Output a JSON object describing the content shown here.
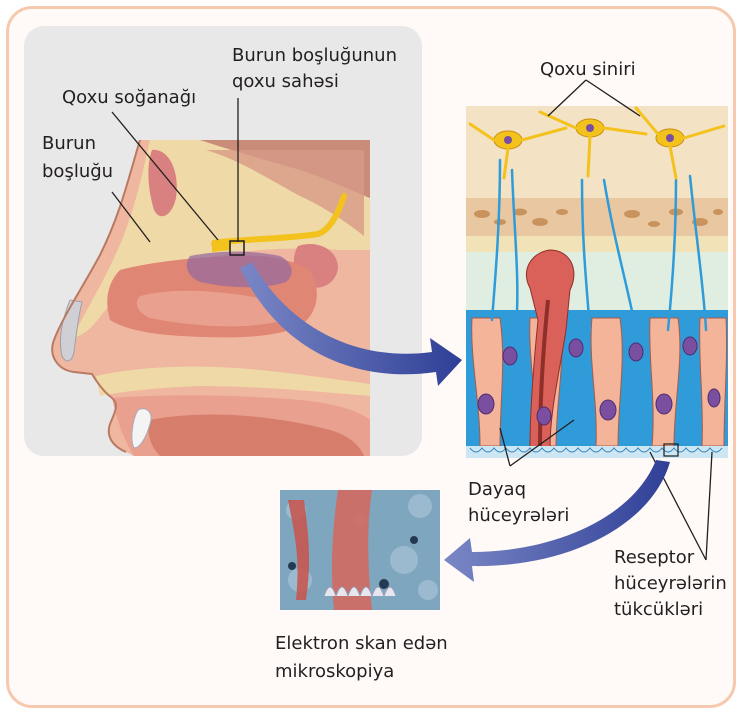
{
  "labels": {
    "nasal_cavity_line1": "Burun",
    "nasal_cavity_line2": "boşluğu",
    "olfactory_bulb": "Qoxu soğanağı",
    "olfactory_area_line1": "Burun boşluğunun",
    "olfactory_area_line2": "qoxu sahəsi",
    "olfactory_nerve": "Qoxu siniri",
    "support_cells_line1": "Dayaq",
    "support_cells_line2": "hüceyrələri",
    "receptor_hairs_line1": "Reseptor",
    "receptor_hairs_line2": "hüceyrələrin",
    "receptor_hairs_line3": "tükcükləri",
    "sem_line1": "Elektron skan edən",
    "sem_line2": "mikroskopiya"
  },
  "colors": {
    "frame_border": "#f6c8ad",
    "panel_bg": "#e8e8e9",
    "arrow": "#3d4fa3",
    "nerve_yellow": "#f3c21d",
    "receptor_blue": "#2f9bd8",
    "support_pink": "#f4b49a",
    "bone_tan": "#efd9a6"
  }
}
